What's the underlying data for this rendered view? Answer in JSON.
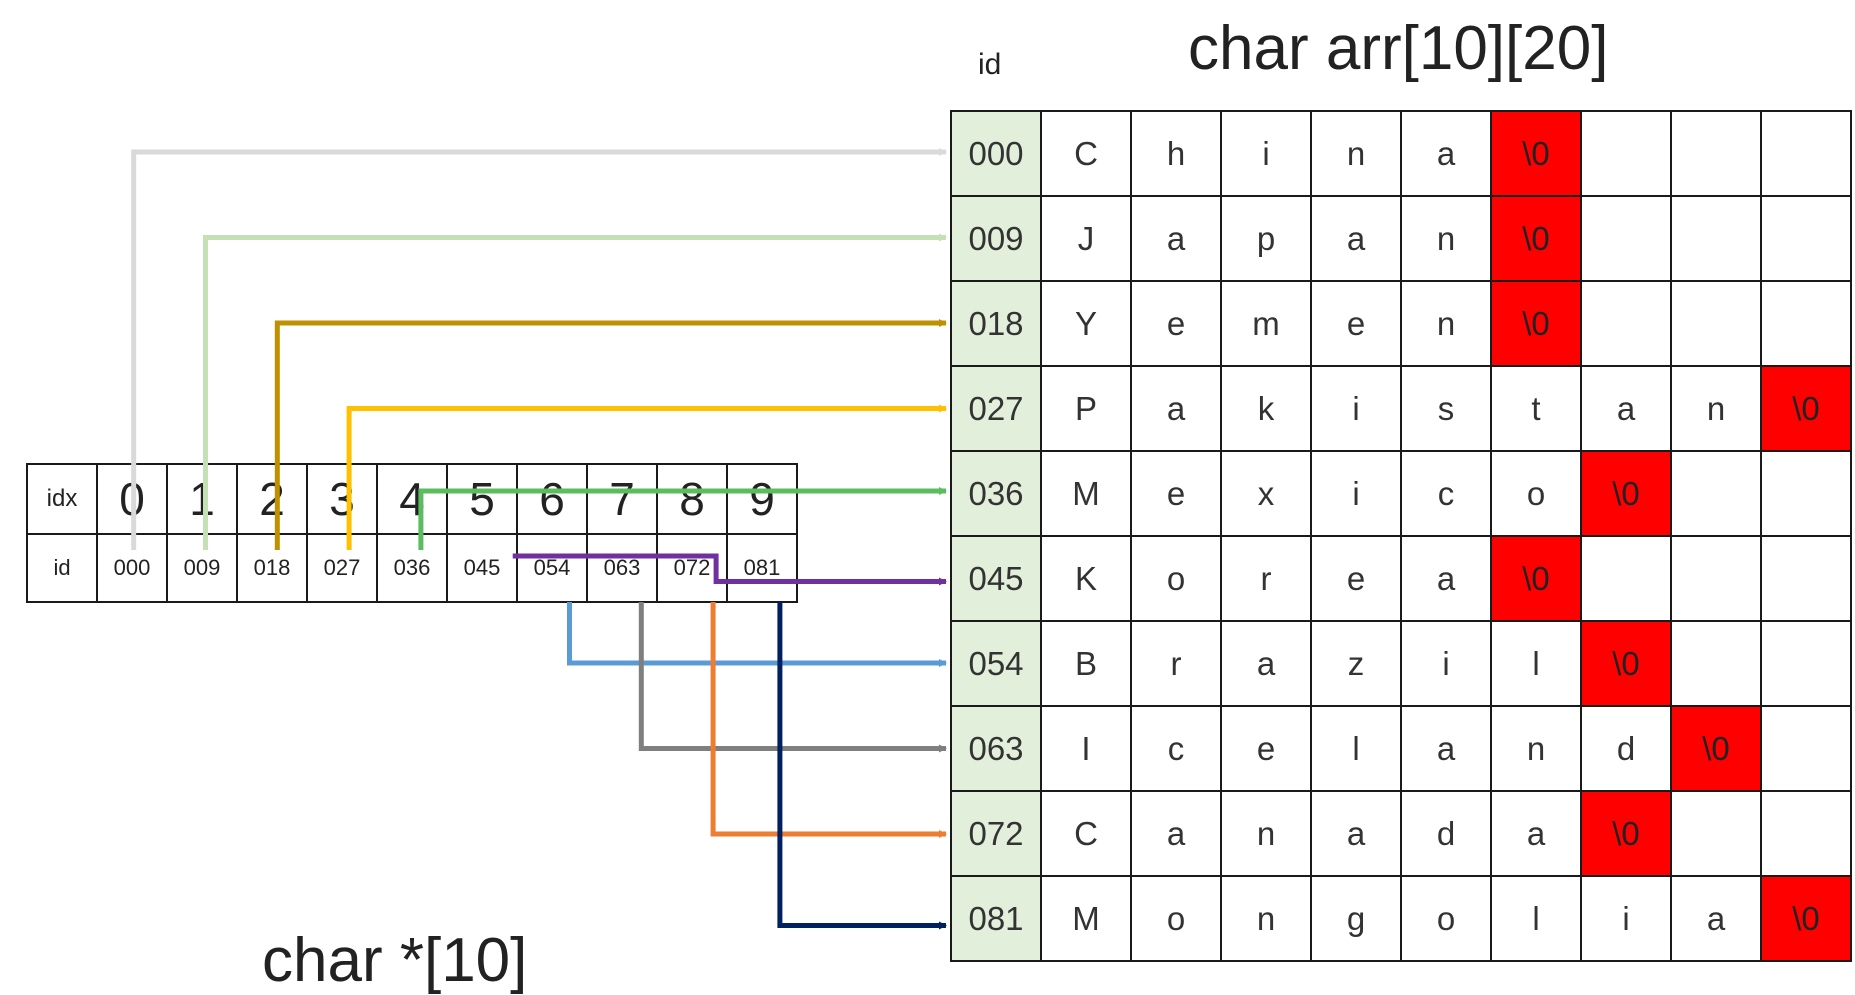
{
  "titles": {
    "array": "char arr[10][20]",
    "pointer_array": "char *[10]",
    "id_column_label": "id"
  },
  "pointer_table": {
    "idx_header": "idx",
    "id_header": "id",
    "indices": [
      "0",
      "1",
      "2",
      "3",
      "4",
      "5",
      "6",
      "7",
      "8",
      "9"
    ],
    "ids": [
      "000",
      "009",
      "018",
      "027",
      "036",
      "045",
      "054",
      "063",
      "072",
      "081"
    ]
  },
  "char_grid": {
    "rows": [
      {
        "id": "000",
        "cells": [
          "C",
          "h",
          "i",
          "n",
          "a",
          "\\0",
          "",
          "",
          ""
        ]
      },
      {
        "id": "009",
        "cells": [
          "J",
          "a",
          "p",
          "a",
          "n",
          "\\0",
          "",
          "",
          ""
        ]
      },
      {
        "id": "018",
        "cells": [
          "Y",
          "e",
          "m",
          "e",
          "n",
          "\\0",
          "",
          "",
          ""
        ]
      },
      {
        "id": "027",
        "cells": [
          "P",
          "a",
          "k",
          "i",
          "s",
          "t",
          "a",
          "n",
          "\\0"
        ]
      },
      {
        "id": "036",
        "cells": [
          "M",
          "e",
          "x",
          "i",
          "c",
          "o",
          "\\0",
          "",
          ""
        ]
      },
      {
        "id": "045",
        "cells": [
          "K",
          "o",
          "r",
          "e",
          "a",
          "\\0",
          "",
          "",
          ""
        ]
      },
      {
        "id": "054",
        "cells": [
          "B",
          "r",
          "a",
          "z",
          "i",
          "l",
          "\\0",
          "",
          ""
        ]
      },
      {
        "id": "063",
        "cells": [
          "I",
          "c",
          "e",
          "l",
          "a",
          "n",
          "d",
          "\\0",
          ""
        ]
      },
      {
        "id": "072",
        "cells": [
          "C",
          "a",
          "n",
          "a",
          "d",
          "a",
          "\\0",
          "",
          ""
        ]
      },
      {
        "id": "081",
        "cells": [
          "M",
          "o",
          "n",
          "g",
          "o",
          "l",
          "i",
          "a",
          "\\0"
        ]
      }
    ],
    "null_fill": "#ff0000",
    "id_fill": "#e2efda"
  },
  "arrow_colors": [
    "#d9d9d9",
    "#c5e0b4",
    "#bf9000",
    "#ffc000",
    "#5cbd5f",
    "#7030a0",
    "#5b9bd5",
    "#7f7f7f",
    "#ed7d31",
    "#002060"
  ]
}
